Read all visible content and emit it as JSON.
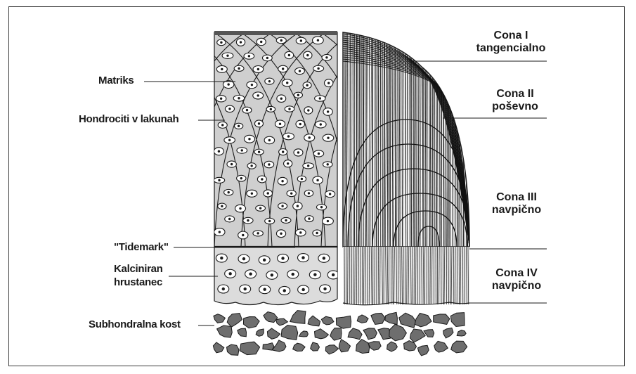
{
  "labels_left": {
    "matrix": "Matriks",
    "chondrocytes": "Hondrociti v lakunah",
    "tidemark": "\"Tidemark\"",
    "calcified_line1": "Kalciniran",
    "calcified_line2": "hrustanec",
    "subchondral": "Subhondralna kost"
  },
  "zones": [
    {
      "name": "Cona I",
      "orientation": "tangencialno"
    },
    {
      "name": "Cona II",
      "orientation": "poševno"
    },
    {
      "name": "Cona III",
      "orientation": "navpično"
    },
    {
      "name": "Cona IV",
      "orientation": "navpično"
    }
  ],
  "colors": {
    "border": "#3a3a3a",
    "ink": "#1a1a1a",
    "cartilage_fill": "#cfcfcf",
    "calcified_fill": "#dcdcdc",
    "bone_fill": "#6e6e6e"
  }
}
